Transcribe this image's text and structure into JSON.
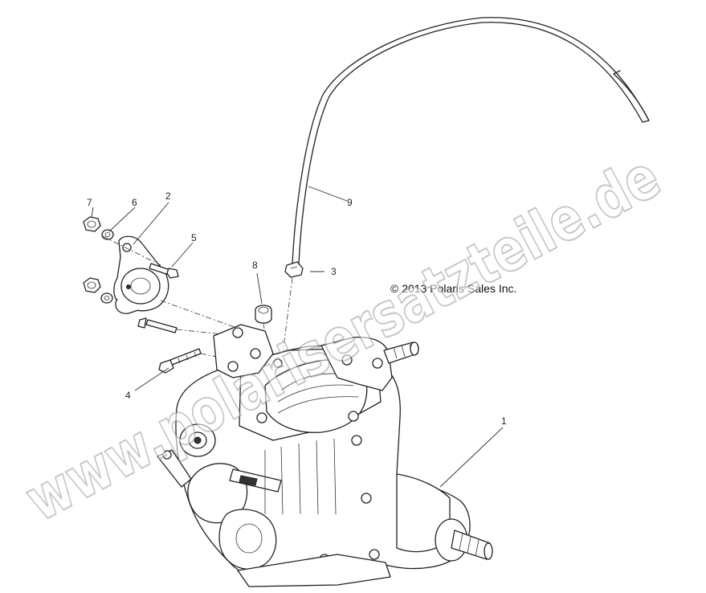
{
  "diagram": {
    "copyright": "© 2013 Polaris Sales Inc.",
    "watermark": "www.polarisersatzteile.de",
    "callouts": [
      {
        "id": "1",
        "label": "1"
      },
      {
        "id": "2",
        "label": "2"
      },
      {
        "id": "3",
        "label": "3"
      },
      {
        "id": "4",
        "label": "4"
      },
      {
        "id": "5",
        "label": "5"
      },
      {
        "id": "6",
        "label": "6"
      },
      {
        "id": "7",
        "label": "7"
      },
      {
        "id": "8",
        "label": "8"
      },
      {
        "id": "9",
        "label": "9"
      }
    ]
  }
}
